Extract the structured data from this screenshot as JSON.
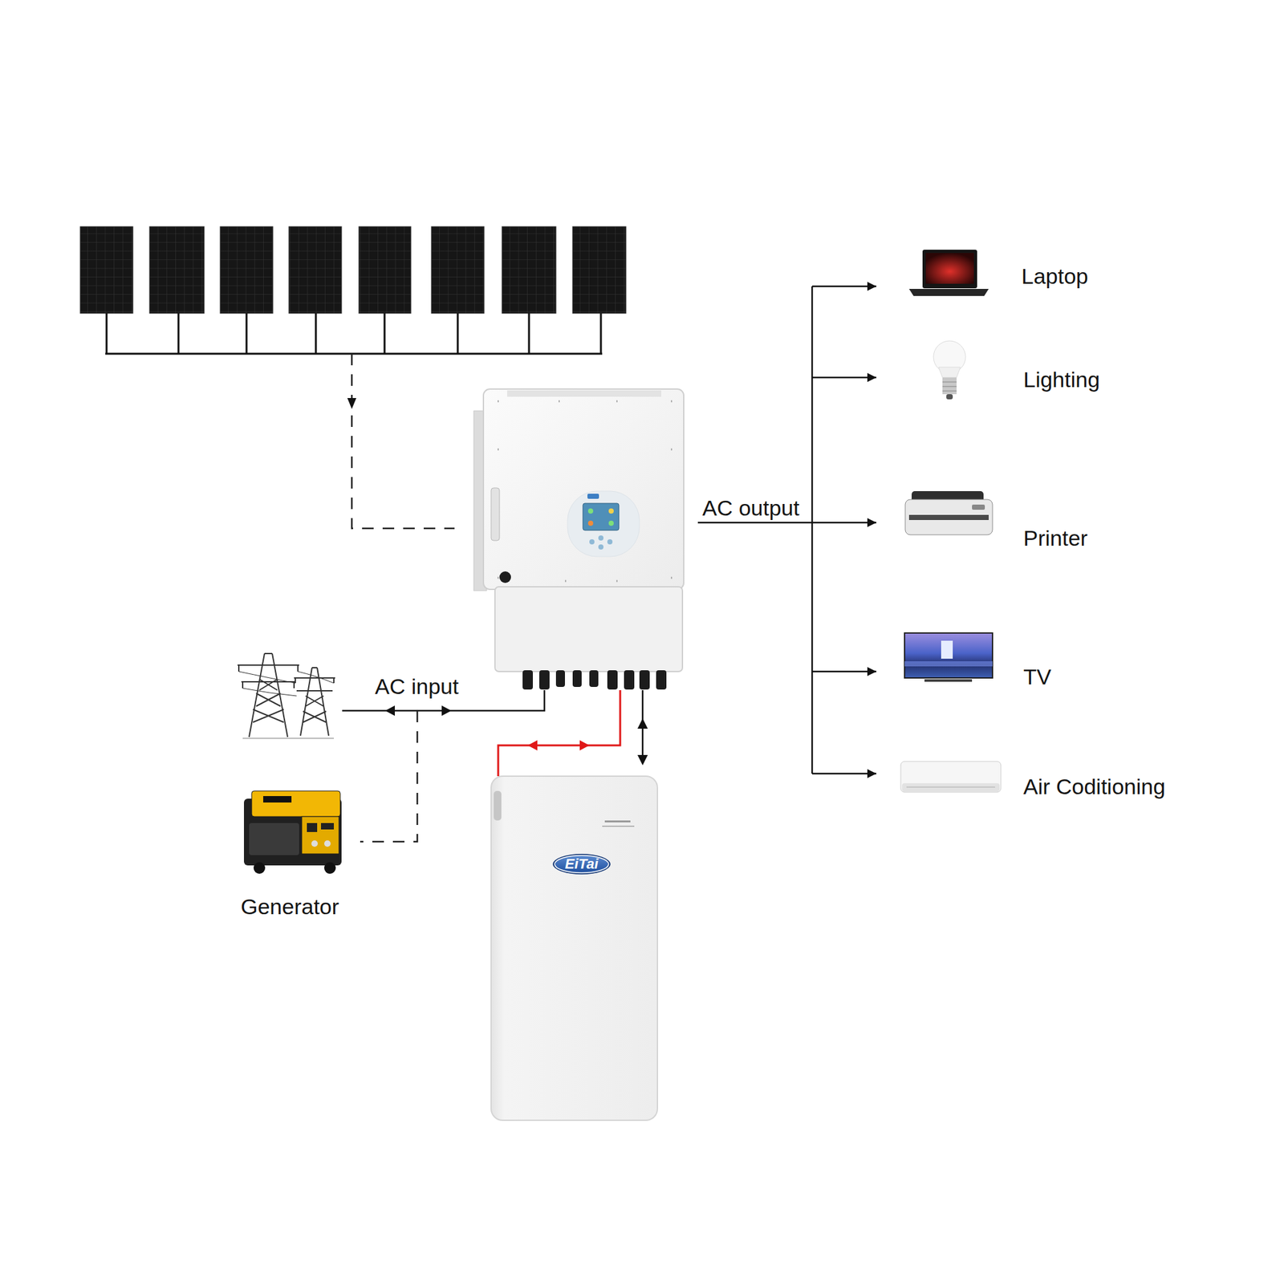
{
  "diagram": {
    "nodes": [
      {
        "text": [
          "EiTai"
        ]
      }
    ],
    "labels": [
      "Laptop",
      "Lighting",
      "AC output",
      "Printer",
      "TV",
      "AC input",
      "Air Coditioning",
      "Generator"
    ]
  }
}
